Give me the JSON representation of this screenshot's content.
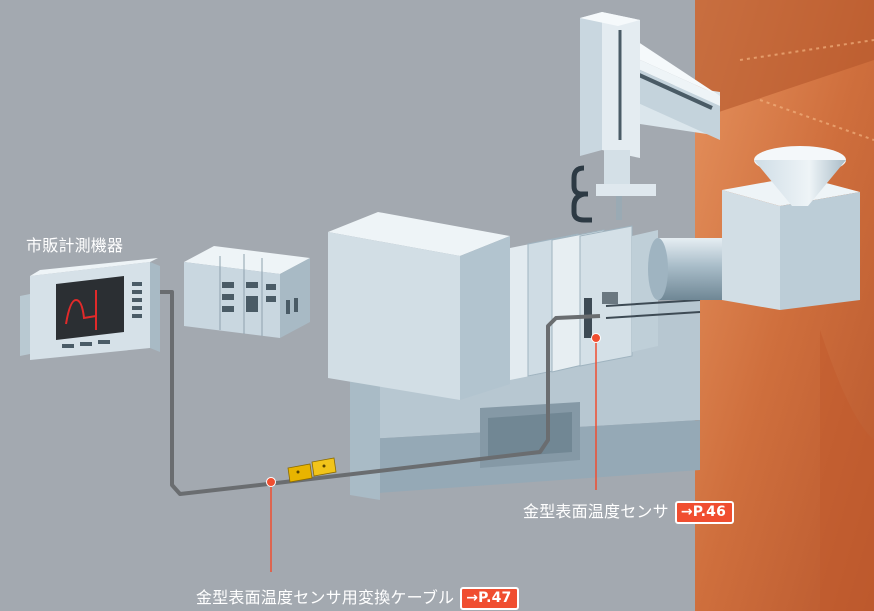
{
  "labels": {
    "instrument": "市販計測機器",
    "sensor": "金型表面温度センサ",
    "sensor_ref": "→P.46",
    "cable": "金型表面温度センサ用変換ケーブル",
    "cable_ref": "→P.47"
  },
  "colors": {
    "background": "#a3a9b0",
    "wall": "#d87a4a",
    "machine_body": "#c9d7e0",
    "accent_red": "#f04e30",
    "connector_yellow": "#e8b400",
    "cable": "#6a6d70"
  }
}
